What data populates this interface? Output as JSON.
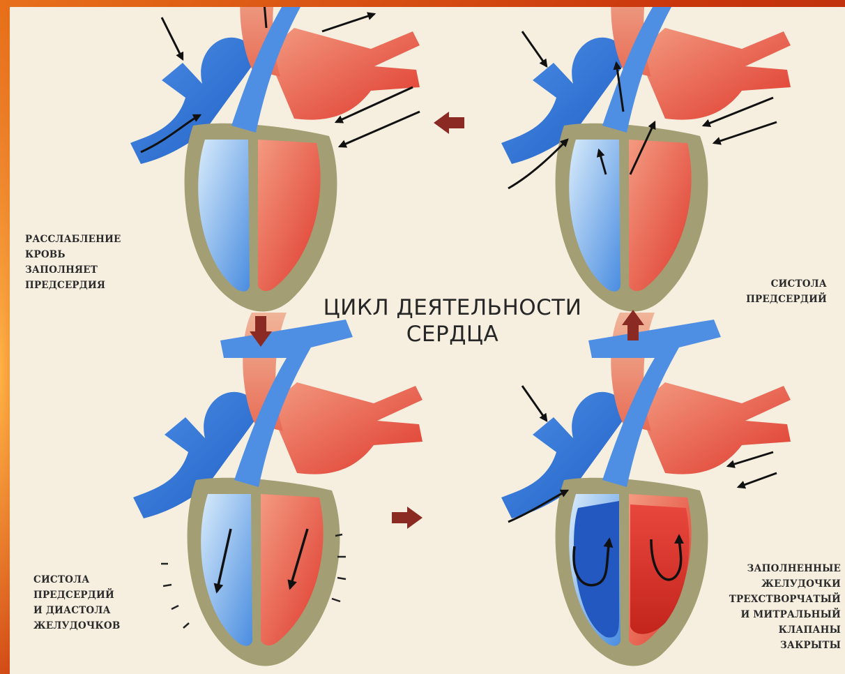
{
  "title": {
    "line1": "ЦИКЛ ДЕЯТЕЛЬНОСТИ",
    "line2": "СЕРДЦА"
  },
  "captions": {
    "top_left": [
      "РАССЛАБЛЕНИЕ",
      "КРОВЬ",
      "ЗАПОЛНЯЕТ",
      "ПРЕДСЕРДИЯ"
    ],
    "top_right": [
      "СИСТОЛА",
      "ПРЕДСЕРДИЙ"
    ],
    "bottom_left": [
      "СИСТОЛА",
      "ПРЕДСЕРДИЙ",
      "И ДИАСТОЛА",
      "ЖЕЛУДОЧКОВ"
    ],
    "bottom_right": [
      "ЗАПОЛНЕННЫЕ",
      "ЖЕЛУДОЧКИ",
      "ТРЕХСТВОРЧАТЫЙ",
      "И МИТРАЛЬНЫЙ",
      "КЛАПАНЫ",
      "ЗАКРЫТЫ"
    ]
  },
  "colors": {
    "frame": "#d2470f",
    "panel": "#f6efe0",
    "venous_blue": "#2e6fd0",
    "arterial_red": "#e0473a",
    "heart_wall": "#a39e73",
    "cycle_arrow": "#8b2a22"
  }
}
